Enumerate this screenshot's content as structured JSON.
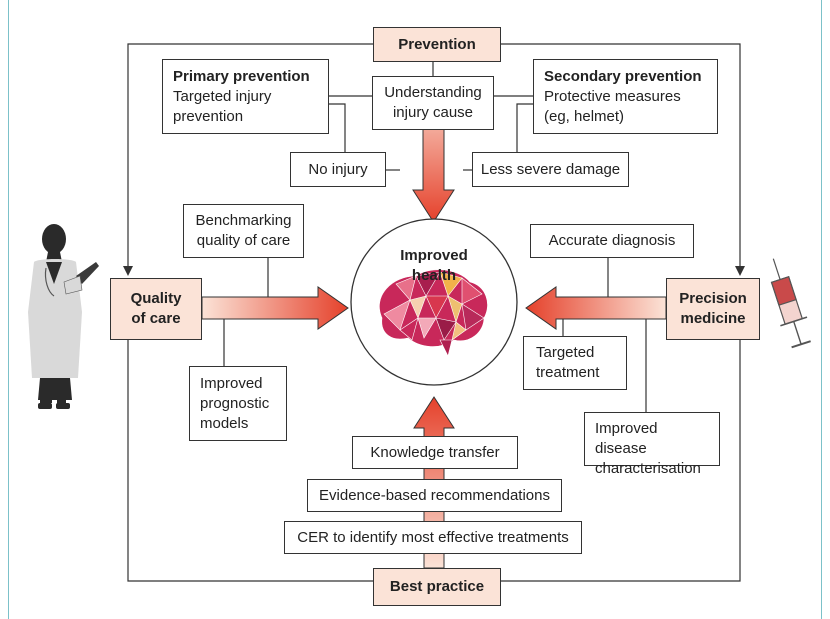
{
  "diagram": {
    "hubs": {
      "prevention": "Prevention",
      "quality_of_care": [
        "Quality",
        "of care"
      ],
      "precision_medicine": [
        "Precision",
        "medicine"
      ],
      "best_practice": "Best practice"
    },
    "center": {
      "title": [
        "Improved",
        "health"
      ]
    },
    "prevention_boxes": {
      "primary_title": "Primary prevention",
      "primary_body": [
        "Targeted injury",
        "prevention"
      ],
      "understanding": [
        "Understanding",
        "injury cause"
      ],
      "secondary_title": "Secondary prevention",
      "secondary_body": [
        "Protective measures",
        "(eg, helmet)"
      ],
      "no_injury": "No injury",
      "less_severe": "Less severe damage"
    },
    "quality_boxes": {
      "benchmarking": [
        "Benchmarking",
        "quality of care"
      ],
      "prognostic": [
        "Improved",
        "prognostic",
        "models"
      ]
    },
    "precision_boxes": {
      "diagnosis": "Accurate diagnosis",
      "targeted": [
        "Targeted",
        "treatment"
      ],
      "disease": [
        "Improved disease",
        "characterisation"
      ]
    },
    "practice_boxes": {
      "knowledge": "Knowledge transfer",
      "evidence": "Evidence-based recommendations",
      "cer": "CER to identify most effective treatments"
    }
  },
  "colors": {
    "hub_fill": "#fbe3d7",
    "arrow_red": "#e5412b",
    "arrow_light": "#fbe3d7",
    "frame": "#7cc1c9"
  },
  "icons": [
    "doctor-figure-icon",
    "syringe-icon",
    "brain-icon"
  ]
}
